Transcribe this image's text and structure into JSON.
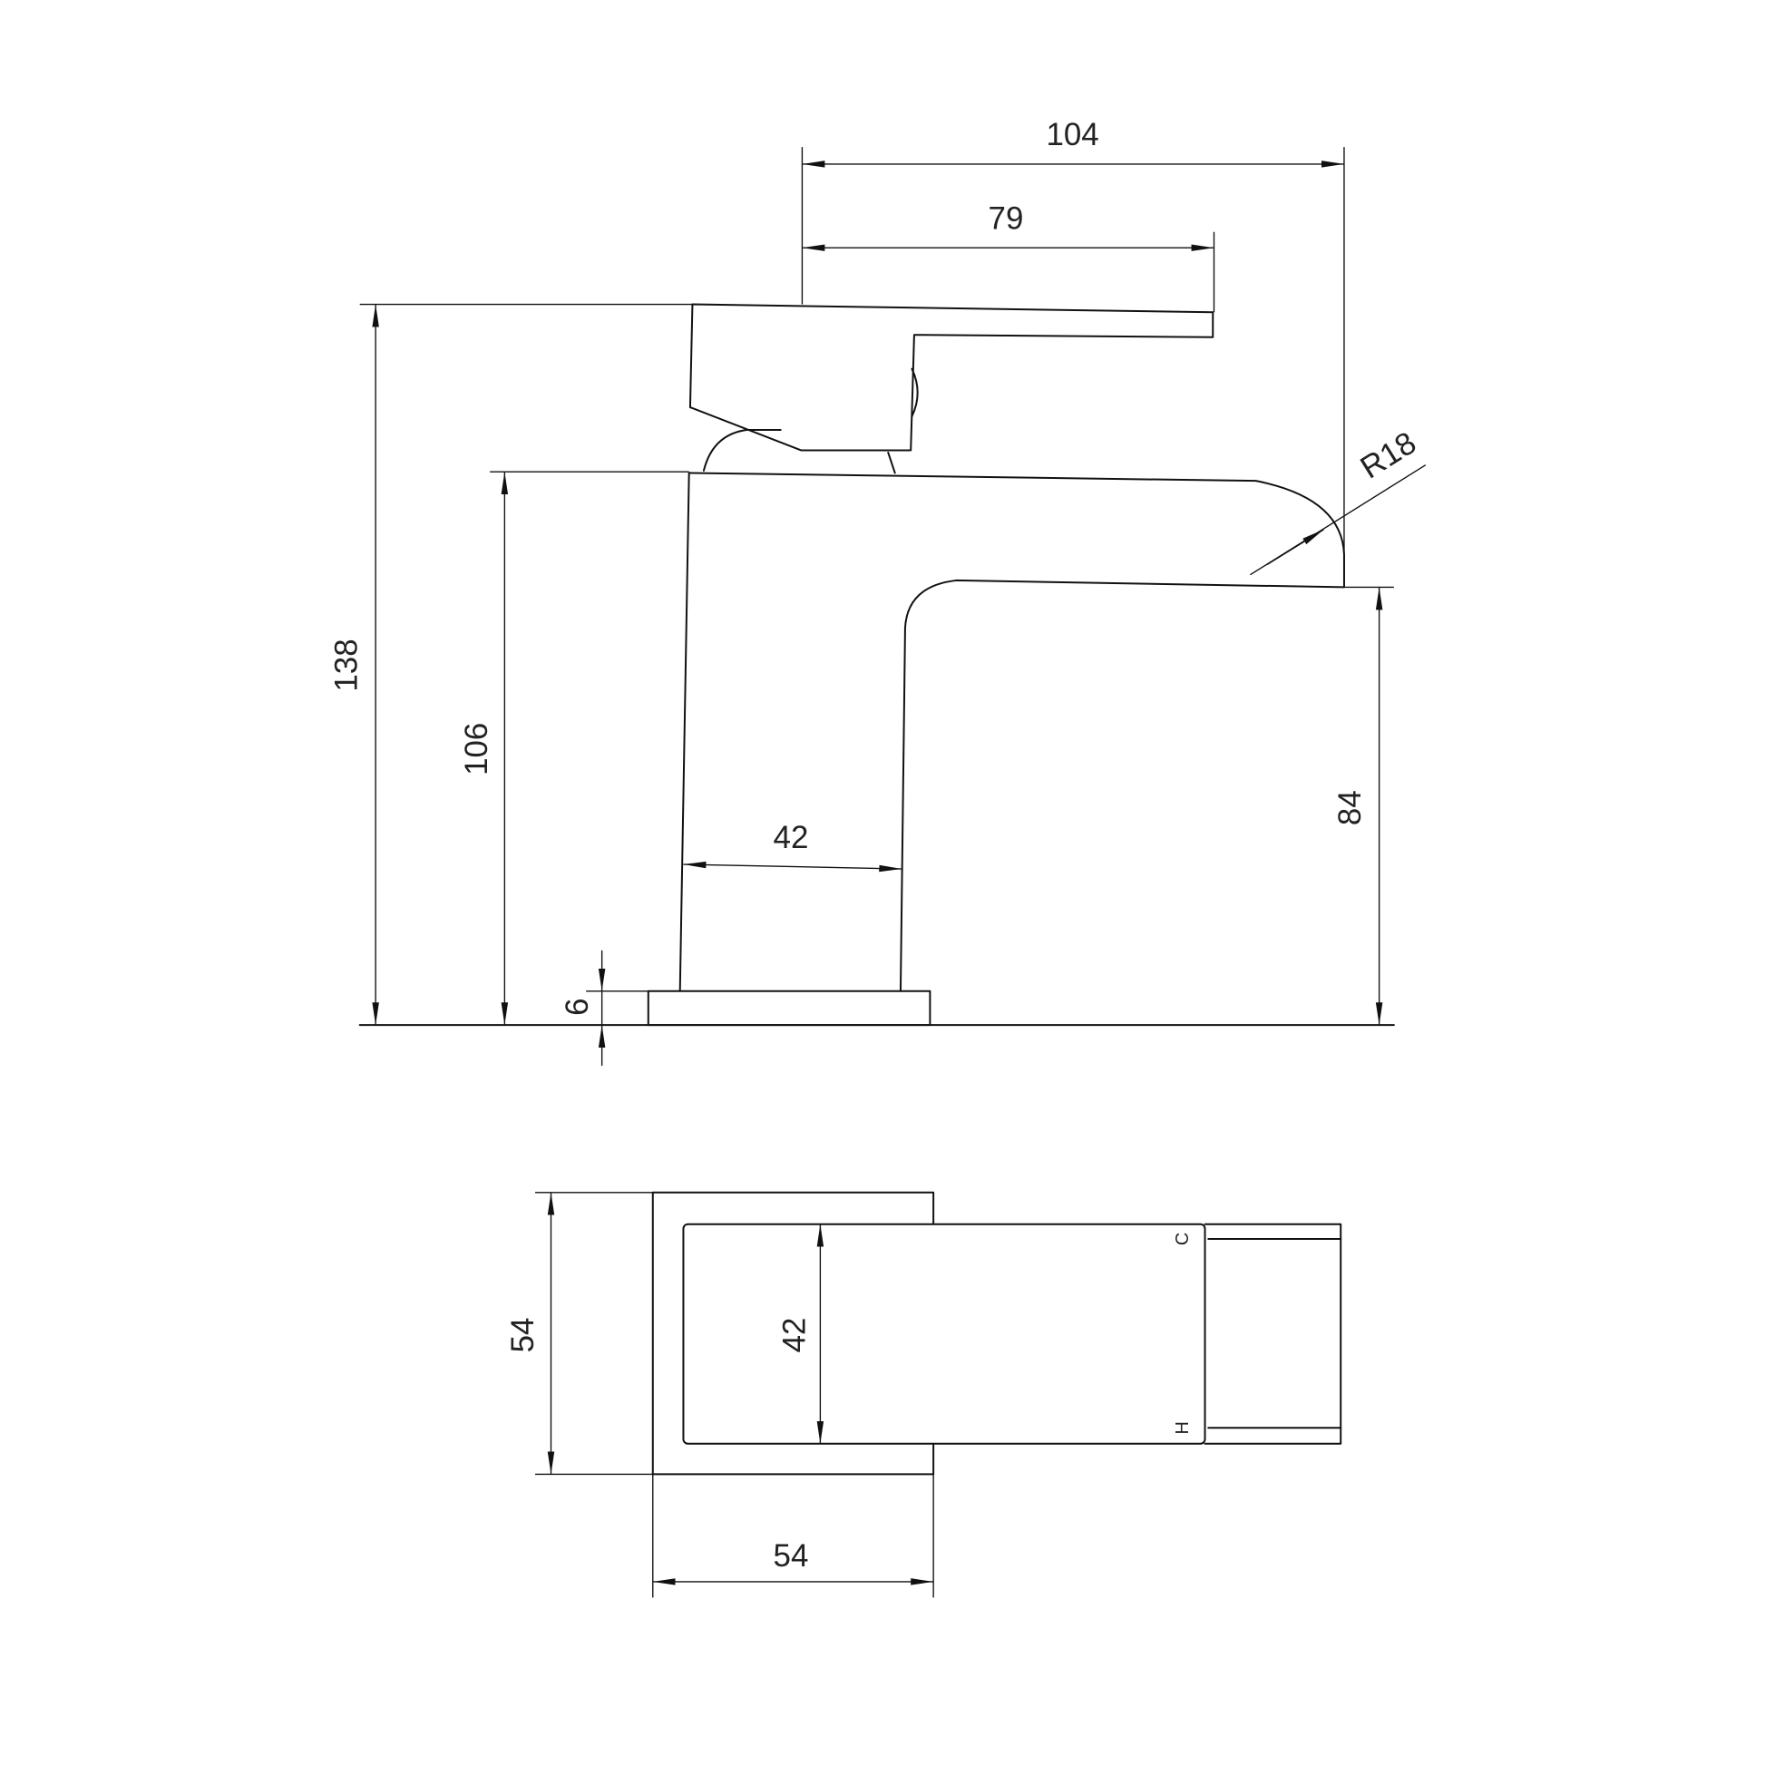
{
  "drawing": {
    "side_view": {
      "dimensions": {
        "overall_depth": "104",
        "handle_reach": "79",
        "overall_height": "138",
        "body_height": "106",
        "spout_height": "84",
        "body_width": "42",
        "base_plate": "6",
        "spout_radius": "R18"
      }
    },
    "plan_view": {
      "dimensions": {
        "base_depth": "54",
        "handle_width": "42",
        "base_width": "54"
      },
      "markings": {
        "cold": "C",
        "hot": "H"
      }
    }
  }
}
